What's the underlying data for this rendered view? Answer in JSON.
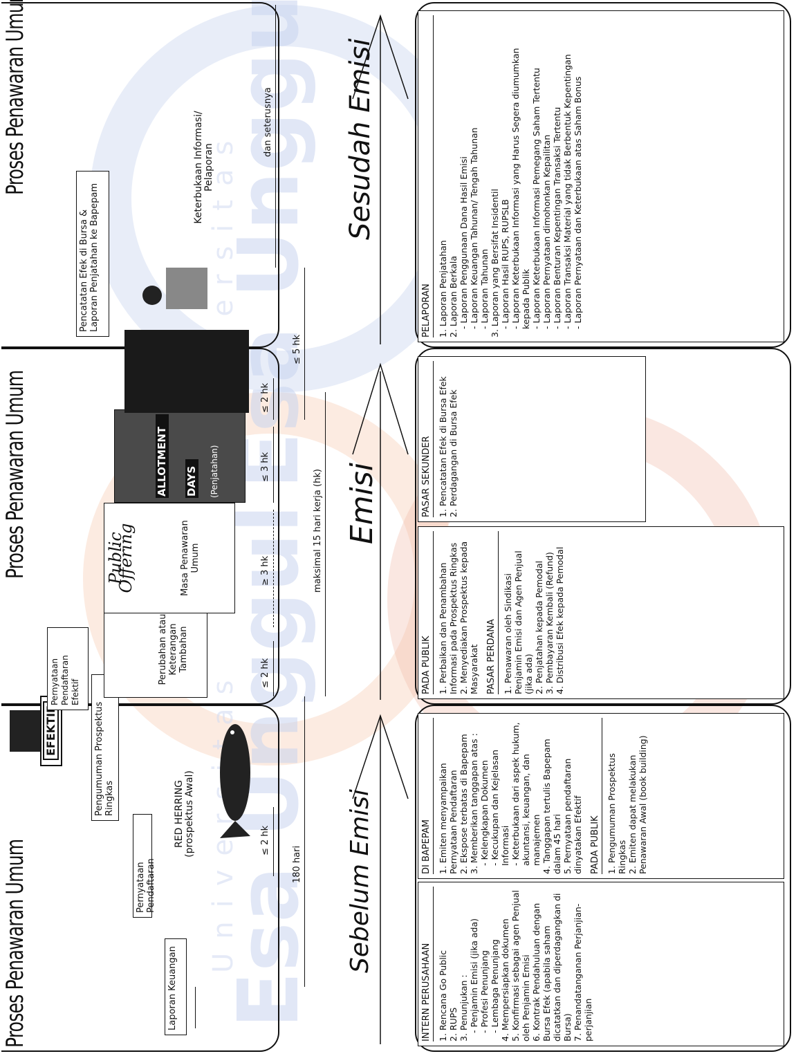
{
  "titles": {
    "left": "Proses Penawaran Umum",
    "middle": "Proses Penawaran Umum",
    "right": "Proses Penawaran Umum"
  },
  "watermark": {
    "university": "Universitas",
    "name": "Esa Unggul"
  },
  "flow": {
    "laporan_keuangan": "Laporan Keuangan",
    "pernyataan_pendaftaran": "Pernyataan Pendaftaran",
    "pengumuman_prospektus": "Pengumuman Prospektus Ringkas",
    "red_herring": "RED HERRING (prospektus Awal)",
    "efektif_stamp": "EFEKTIF",
    "pernyataan_pendaftaran_efektif": "Pernyataan Pendaftaran Efektif",
    "perubahan": "Perubahan atau Keterangan Tambahan",
    "public_offering": "Public Offering",
    "masa_penawaran": "Masa Penawaran Umum",
    "allotment": "ALLOTMENT",
    "days": "DAYS",
    "penjatahan": "(Penjatahan)",
    "pencatatan": "Pencatatan Efek di Bursa & Laporan Penjatahan ke Bapepam",
    "keterbukaan": "Keterbukaan Informasi/ Pelaporan",
    "dan_seterusnya": "dan seterusnya"
  },
  "timeline": {
    "d180": "180 hari",
    "le2hk_a": "≤ 2 hk",
    "le2hk_b": "≤ 2 hk",
    "ge3hk": "≥ 3 hk",
    "le3hk": "≤ 3 hk",
    "le2hk_c": "≤ 2 hk",
    "le5hk": "≤ 5 hk",
    "maksimal": "maksimal 15 hari kerja (hk)"
  },
  "phases": {
    "sebelum": "Sebelum Emisi",
    "emisi": "Emisi",
    "sesudah": "Sesudah Emisi"
  },
  "columns": {
    "intern": {
      "heading": "INTERN PERUSAHAAN",
      "items": [
        "1. Rencana Go Public",
        "2. RUPS",
        "3. Penunjukan :",
        "- Penjamin Emisi (jika ada)",
        "- Profesi Penunjang",
        "- Lembaga Penunjang",
        "4. Mempersiapkan dokumen",
        "5. Konfirmasi sebagai agen Penjual oleh Penjamin Emisi",
        "6. Kontrak Pendahuluan dengan Bursa Efek (apabila saham dicatatkan dan diperdagangkan di Bursa)",
        "7. Penandatanganan Perjanjian-perjanjian"
      ]
    },
    "bapepam": {
      "heading": "DI BAPEPAM",
      "items": [
        "1. Emiten menyampaikan Pernyataan Pendaftaran",
        "2. Ekspose terbatas di Bapepam",
        "3. Memberikan tanggapan atas :",
        "- Kelengkapan Dokumen",
        "- Kecukupan dan Kejelasan Informasi",
        "- Keterbukaan dari aspek hukum, akuntansi, keuangan, dan manajemen",
        "4. Tanggapan tertulis Bapepam dalam 45 hari",
        "5. Pernyataan pendaftaran dinyatakan Efektif"
      ],
      "heading2": "PADA PUBLIK",
      "items2": [
        "1. Pengumuman Prospektus Ringkas",
        "2. Emiten dapat melakukan Penawaran Awal (book building)"
      ]
    },
    "publik": {
      "heading": "PADA PUBLIK",
      "items": [
        "1. Perbaikan dan Penambahan Informasi pada Prospektus Ringkas",
        "2. Menyediakan Prospektus kepada Masyarakat"
      ],
      "heading2": "PASAR PERDANA",
      "items2": [
        "1. Penawaran oleh Sindikasi Penjamin Emisi dan Agen Penjual (jika ada)",
        "2. Penjatahan kepada Pemodal",
        "3. Pembayaran Kembali (Refund)",
        "4. Distribusi Efek kepada Pemodal"
      ]
    },
    "sekunder": {
      "heading": "PASAR SEKUNDER",
      "items": [
        "1. Pencatatan Efek di Bursa Efek",
        "2. Perdagangan di Bursa Efek"
      ]
    },
    "pelaporan": {
      "heading": "PELAPORAN",
      "items": [
        "1. Laporan Penjatahan",
        "2. Laporan Berkala",
        "- Laporan Penggunaan Dana Hasil Emisi",
        "- Laporan Keuangan Tahunan/ Tengah Tahunan",
        "- Laporan Tahunan",
        "3. Laporan yang Bersifat Insidentil",
        "- Laporan Hasil RUPS, RUPSLB",
        "- Laporan Keterbukaan Informasi yang Harus Segera diumumkan kepada Publik",
        "- Laporan Keterbukaan Informasi Pemegang Saham Tertentu",
        "- Laporan Pernyataan dimohonkan Kepailitan",
        "- Laporan Benturan Kepentingan Transaksi Tertentu",
        "- Laporan Transaksi Material yang tidak Berbentuk Kepentingan",
        "- Laporan Pernyataan dan Keterbukaan atas Saham Bonus"
      ]
    }
  }
}
